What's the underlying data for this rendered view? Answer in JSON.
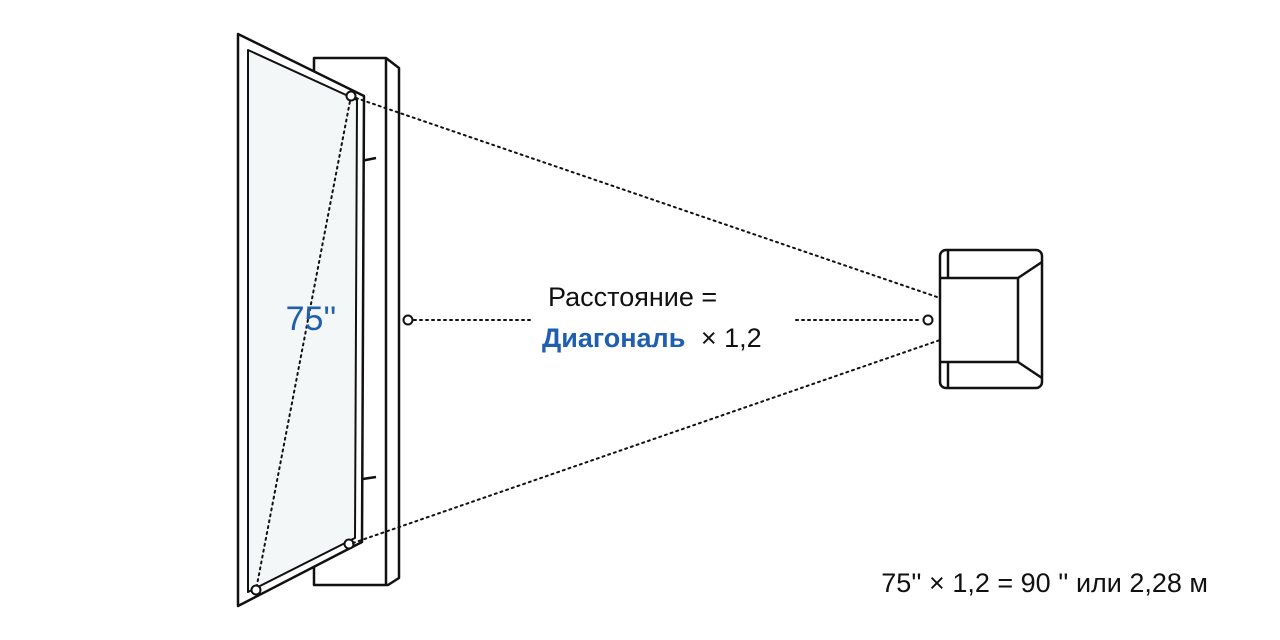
{
  "diagram": {
    "tv_diagonal_label": "75''",
    "formula": {
      "line1": "Расстояние =",
      "diagonal_word": "Диагональ",
      "multiplier": "× 1,2"
    },
    "calculation": "75'' × 1,2 = 90 '' или 2,28 м",
    "colors": {
      "stroke": "#111111",
      "accent": "#1f5fae",
      "text": "#111111",
      "screen_fill": "#f4f7f8",
      "background": "#ffffff"
    }
  }
}
